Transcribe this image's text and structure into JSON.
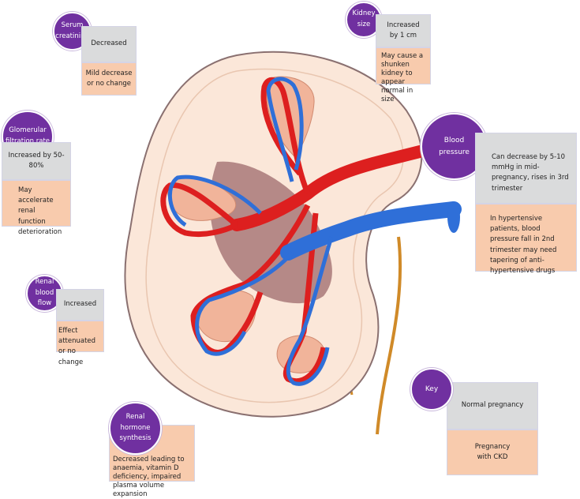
{
  "colors": {
    "circle": "#7030a0",
    "normal_pregnancy_box": "#dadbdc",
    "pregnancy_ckd_box": "#f8cbad",
    "artery": "#dd1f1f",
    "vein": "#2f6fd8",
    "kidney_tissue": "#fbe7d9",
    "ureter": "#d08a28"
  },
  "parameters": {
    "serum_creatinine": {
      "label": "Serum\ncreatinine",
      "normal": "Decreased",
      "ckd": "Mild decrease\nor no change"
    },
    "kidney_size": {
      "label": "Kidney\nsize",
      "normal": "Increased\nby 1 cm",
      "ckd": "May cause a shunken kidney to appear normal in size"
    },
    "gfr": {
      "label": "Glomerular\nfiltration rate",
      "normal": "Increased by 50-80%",
      "ckd": "May accelerate\nrenal function\ndeterioration"
    },
    "blood_pressure": {
      "label": "Blood\npressure",
      "normal": "Can decrease by 5-10 mmHg in mid-pregnancy, rises in 3rd trimester",
      "ckd": "In hypertensive patients, blood pressure fall in 2nd trimester may need tapering of anti-hypertensive drugs"
    },
    "renal_blood_flow": {
      "label": "Renal\nblood flow",
      "normal": "Increased",
      "ckd": "Effect attenuated\nor no change"
    },
    "renal_hormone_synthesis": {
      "label": "Renal hormone\nsynthesis",
      "ckd": "Decreased leading to anaemia, vitamin D deficiency, impaired plasma volume expansion"
    }
  },
  "key": {
    "label": "Key",
    "normal": "Normal pregnancy",
    "ckd": "Pregnancy\nwith CKD"
  }
}
